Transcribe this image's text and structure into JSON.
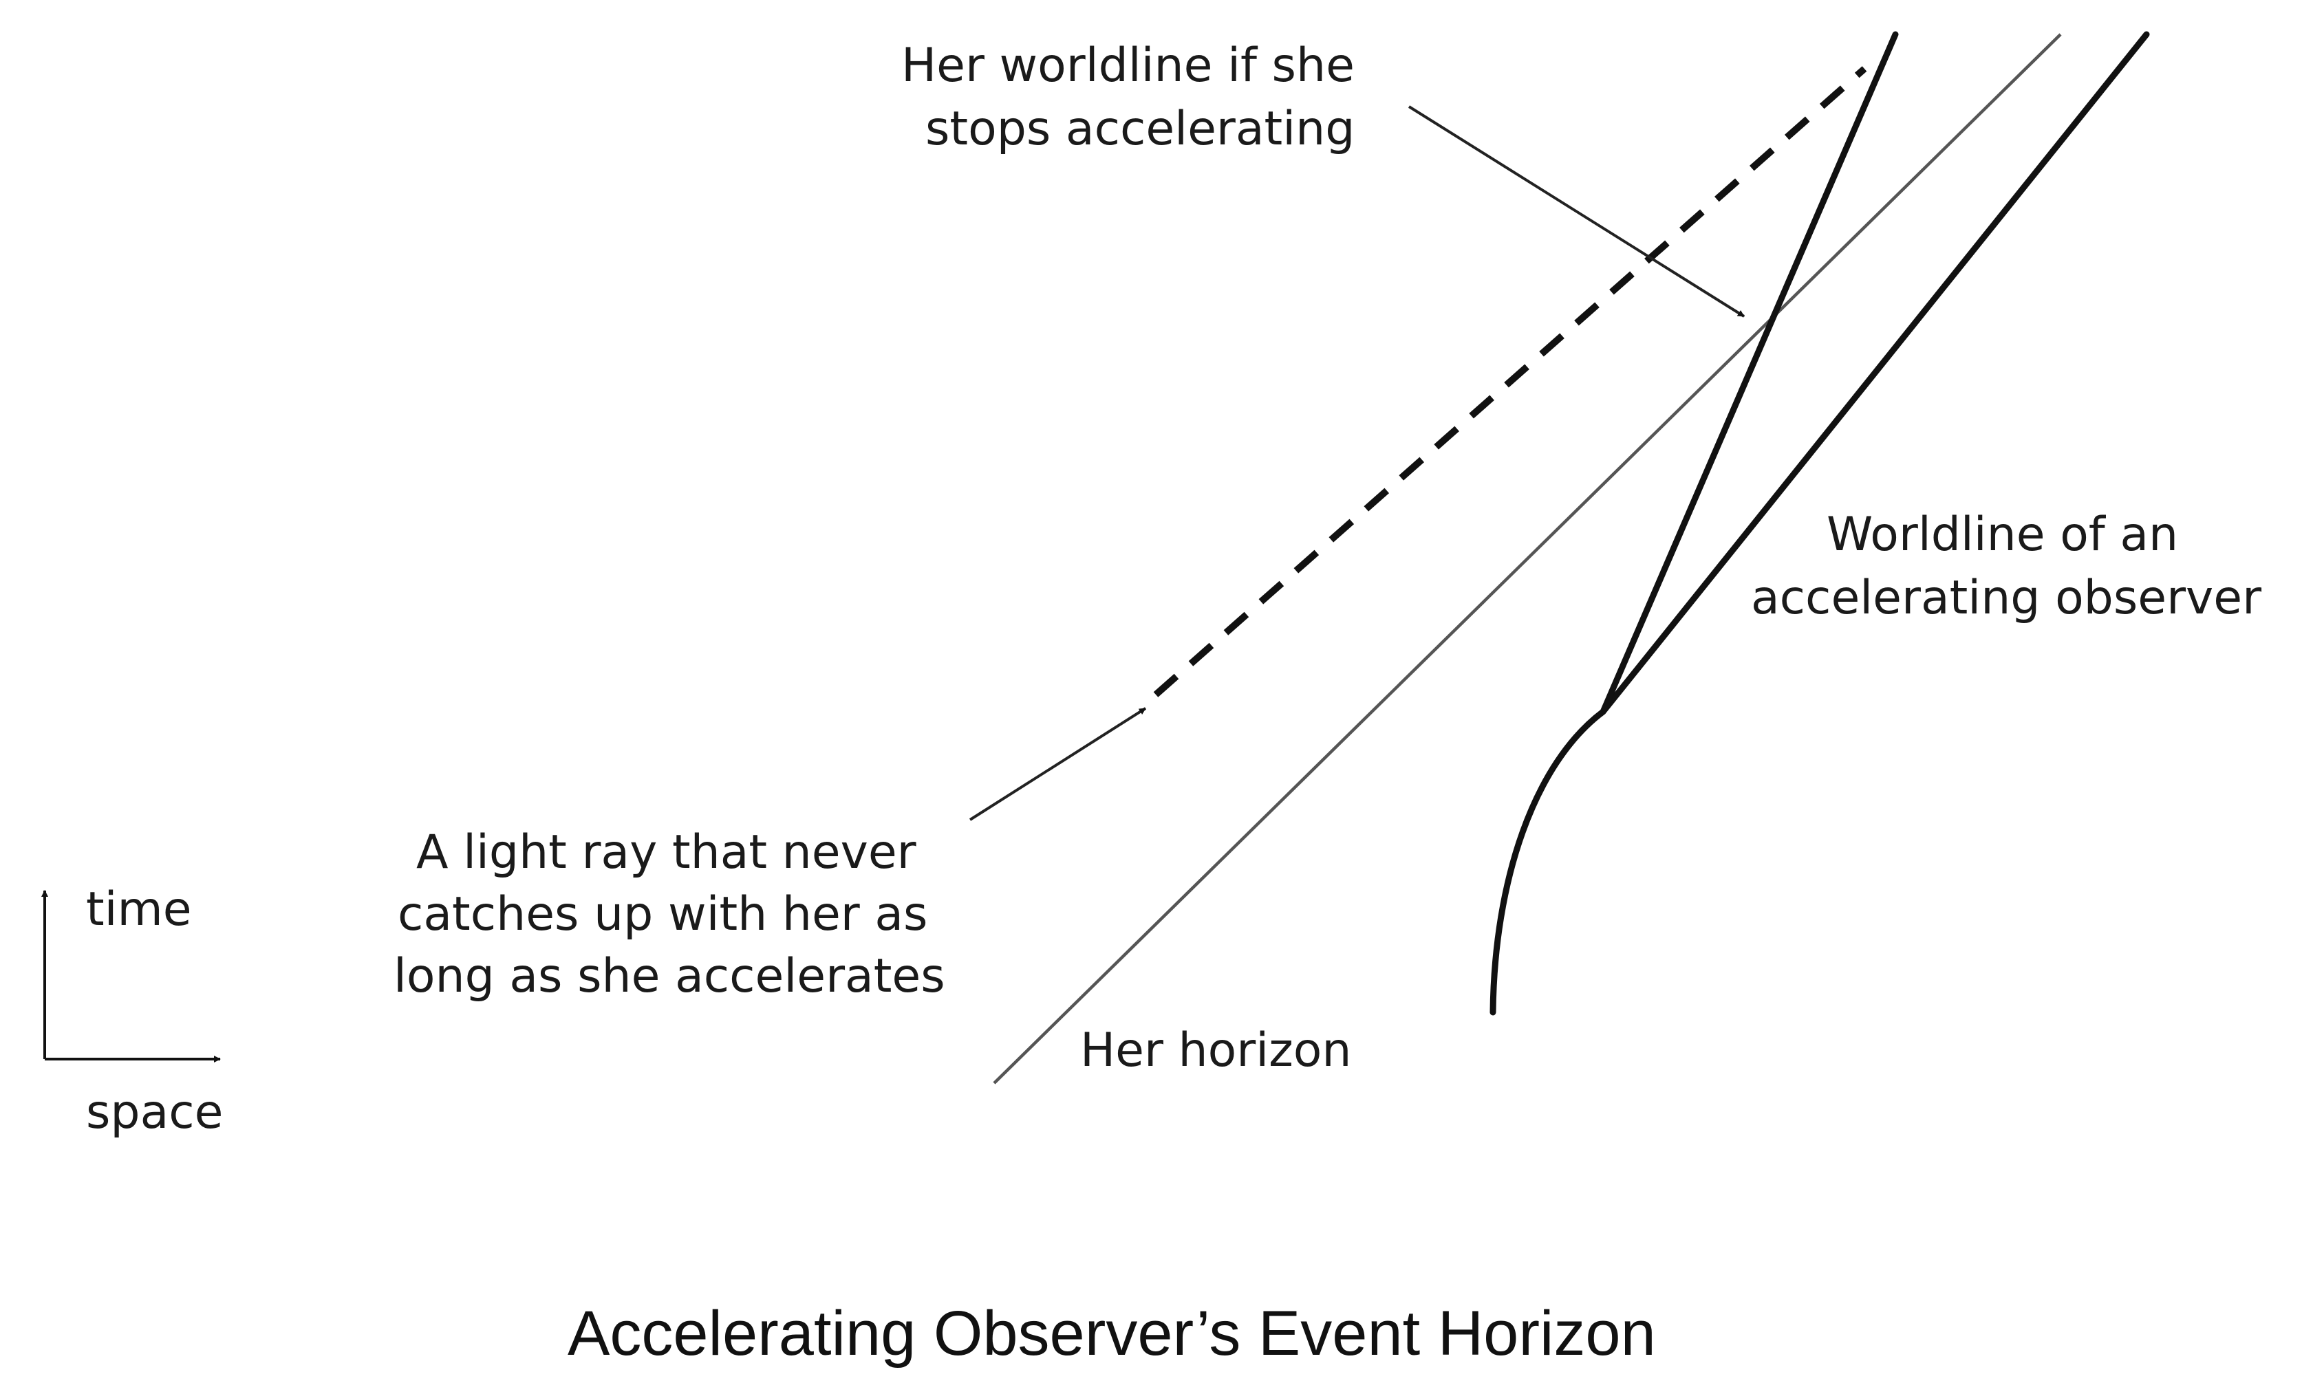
{
  "labels": {
    "stop_worldline_line1": "Her worldline if she",
    "stop_worldline_line2": "stops accelerating",
    "accel_worldline_line1": "Worldline of an",
    "accel_worldline_line2": "accelerating observer",
    "light_ray_line1": "A light ray that never",
    "light_ray_line2": "catches up with her as",
    "light_ray_line3": "long as she accelerates",
    "horizon": "Her horizon",
    "axis_time": "time",
    "axis_space": "space"
  },
  "title": "Accelerating Observer’s Event Horizon",
  "colors": {
    "ink": "#111111",
    "thin_line": "#555555",
    "background": "#ffffff"
  }
}
